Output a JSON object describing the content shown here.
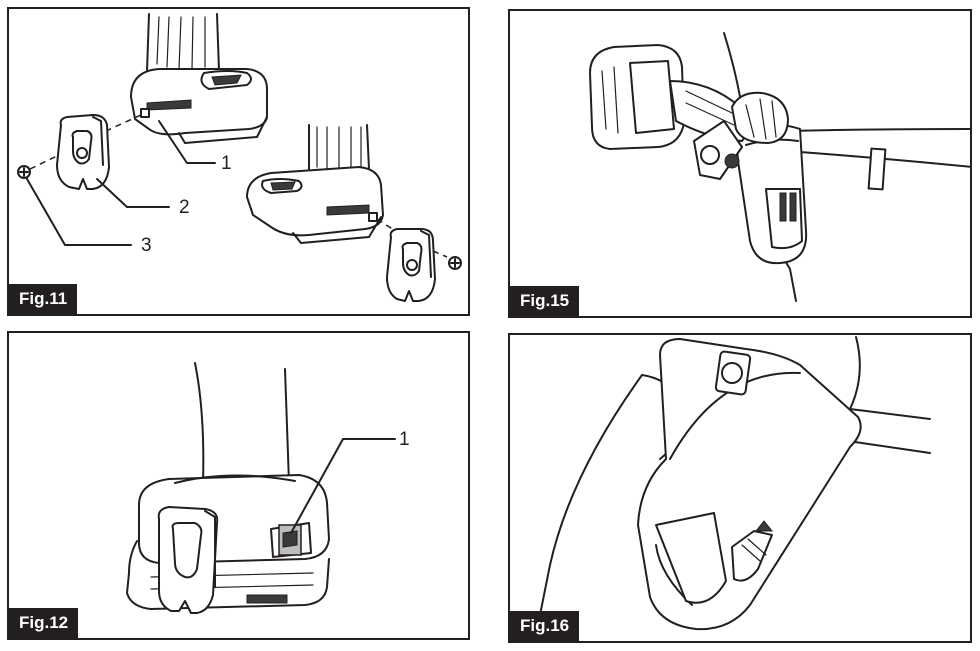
{
  "figures": [
    {
      "id": "fig11",
      "label": "Fig.11",
      "callouts": [
        "1",
        "2",
        "3"
      ]
    },
    {
      "id": "fig15",
      "label": "Fig.15"
    },
    {
      "id": "fig12",
      "label": "Fig.12",
      "callouts": [
        "1"
      ]
    },
    {
      "id": "fig16",
      "label": "Fig.16"
    }
  ]
}
